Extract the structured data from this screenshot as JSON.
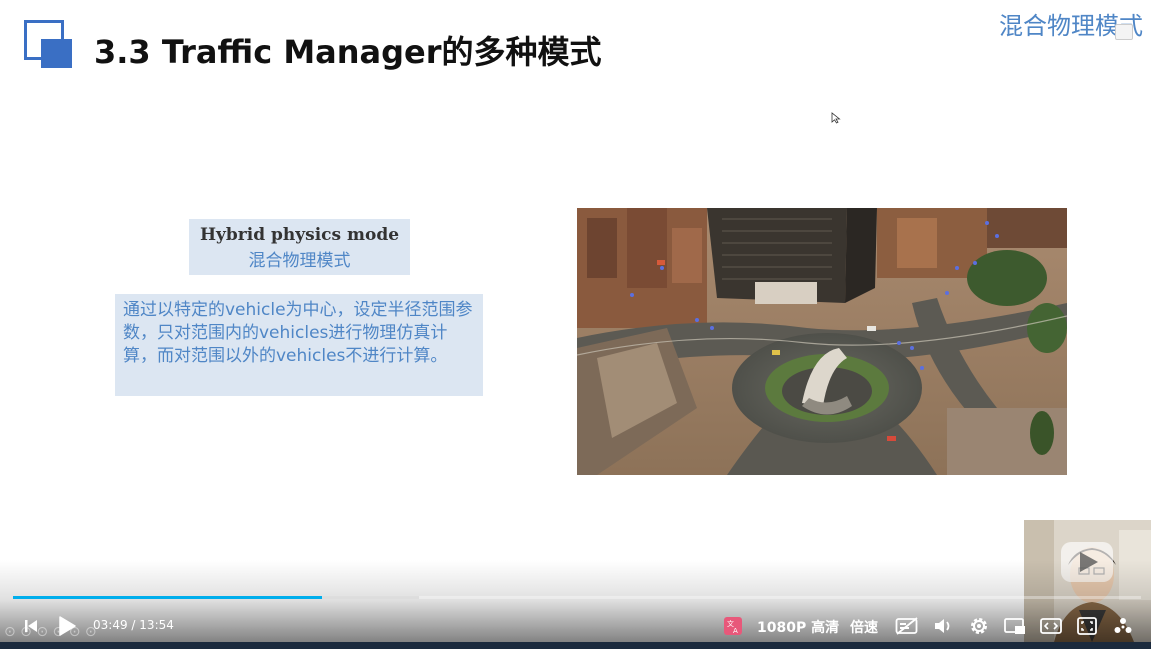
{
  "slide": {
    "title": "3.3 Traffic Manager的多种模式",
    "corner_label": "混合物理模式",
    "mode_box": {
      "en": "Hybrid physics mode",
      "cn": "混合物理模式"
    },
    "description": "通过以特定的vehicle为中心，设定半径范围参数，只对范围内的vehicles进行物理仿真计算，而对范围以外的vehicles不进行计算。"
  },
  "player": {
    "current_time": "03:49",
    "separator": "/",
    "total_time": "13:54",
    "progress": 0.274,
    "buffered": 0.36,
    "quality": "1080P 高清",
    "speed": "倍速",
    "accent_color": "#00aeec",
    "icons": [
      "prev-icon",
      "play-icon",
      "subtitle-translate-icon",
      "danmaku-off-icon",
      "volume-icon",
      "settings-icon",
      "picture-in-picture-icon",
      "widescreen-icon",
      "fullscreen-icon",
      "effect-icon"
    ]
  },
  "colors": {
    "slide_blue": "#3a6fc4",
    "text_blue": "#4f86c6",
    "box_bg": "#dce6f2"
  }
}
